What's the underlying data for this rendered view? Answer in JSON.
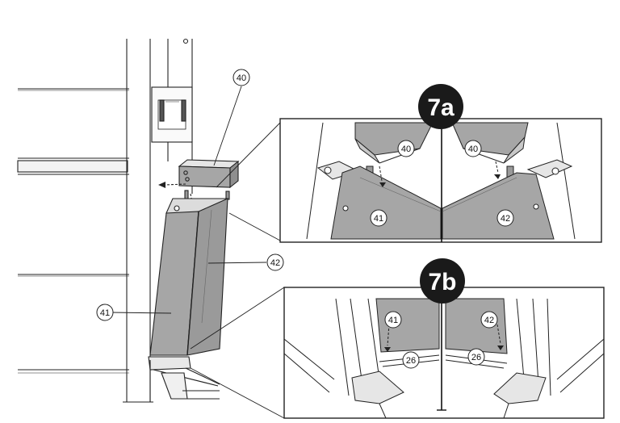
{
  "diagram": {
    "main_callouts": {
      "top_box": "40",
      "left_panel": "41",
      "right_panel": "42"
    },
    "detail_7a": {
      "step_label": "7a",
      "left_top": "40",
      "right_top": "40",
      "left_bottom": "41",
      "right_bottom": "42"
    },
    "detail_7b": {
      "step_label": "7b",
      "left_upper": "41",
      "right_upper": "42",
      "left_lower": "26",
      "right_lower": "26"
    }
  },
  "colors": {
    "panel_gray": "#a6a6a6",
    "panel_dark": "#8f8f8f",
    "line": "#222222",
    "light_fill": "#e6e6e6"
  }
}
